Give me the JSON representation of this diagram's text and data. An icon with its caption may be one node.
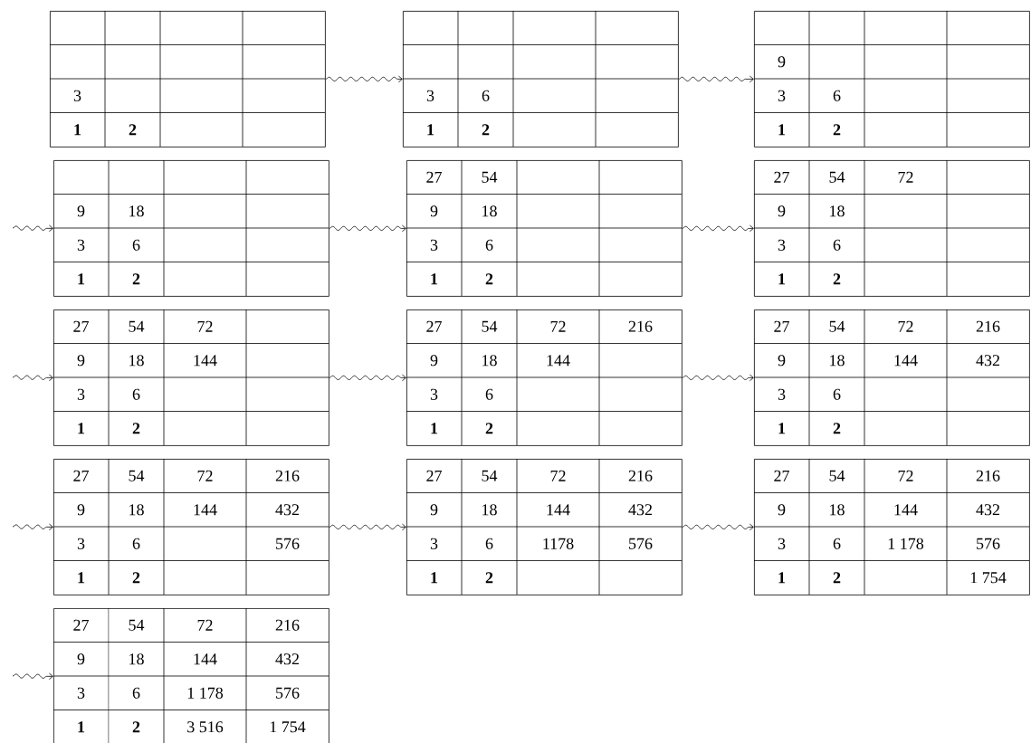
{
  "diagram": {
    "nodes": [
      {
        "text": [
          "3",
          "1",
          "2"
        ]
      },
      {
        "text": [
          "3",
          "6",
          "1",
          "2"
        ]
      },
      {
        "text": [
          "9",
          "3",
          "6",
          "1",
          "2"
        ]
      },
      {
        "text": [
          "9",
          "18",
          "3",
          "6",
          "1",
          "2"
        ]
      },
      {
        "text": [
          "27",
          "54",
          "9",
          "18",
          "3",
          "6",
          "1",
          "2"
        ]
      },
      {
        "text": [
          "27",
          "54",
          "72",
          "9",
          "18",
          "3",
          "6",
          "1",
          "2"
        ]
      },
      {
        "text": [
          "27",
          "54",
          "72",
          "9",
          "18",
          "144",
          "3",
          "6",
          "1",
          "2"
        ]
      },
      {
        "text": [
          "27",
          "54",
          "72",
          "216",
          "9",
          "18",
          "144",
          "3",
          "6",
          "1",
          "2"
        ]
      },
      {
        "text": [
          "27",
          "54",
          "72",
          "216",
          "9",
          "18",
          "144",
          "432",
          "3",
          "6",
          "1",
          "2"
        ]
      },
      {
        "text": [
          "27",
          "54",
          "72",
          "216",
          "9",
          "18",
          "144",
          "432",
          "3",
          "6",
          "576",
          "1",
          "2"
        ]
      },
      {
        "text": [
          "27",
          "54",
          "72",
          "216",
          "9",
          "18",
          "144",
          "432",
          "3",
          "6",
          "1178",
          "576",
          "1",
          "2"
        ]
      },
      {
        "text": [
          "27",
          "54",
          "72",
          "216",
          "9",
          "18",
          "144",
          "432",
          "3",
          "6",
          "1 178",
          "576",
          "1",
          "2",
          "1 754"
        ]
      },
      {
        "text": [
          "27",
          "54",
          "72",
          "216",
          "9",
          "18",
          "144",
          "432",
          "3",
          "6",
          "1 178",
          "576",
          "1",
          "2",
          "3 516",
          "1 754"
        ]
      }
    ],
    "edges": [
      {
        "from": 0,
        "to": 1,
        "arrow": "to"
      },
      {
        "from": 1,
        "to": 2,
        "arrow": "to"
      },
      {
        "from": null,
        "to": 3,
        "arrow": "to"
      },
      {
        "from": 3,
        "to": 4,
        "arrow": "to"
      },
      {
        "from": 4,
        "to": 5,
        "arrow": "to"
      },
      {
        "from": null,
        "to": 6,
        "arrow": "to"
      },
      {
        "from": 6,
        "to": 7,
        "arrow": "to"
      },
      {
        "from": 7,
        "to": 8,
        "arrow": "to"
      },
      {
        "from": null,
        "to": 9,
        "arrow": "to"
      },
      {
        "from": 9,
        "to": 10,
        "arrow": "to"
      },
      {
        "from": 10,
        "to": 11,
        "arrow": "to"
      },
      {
        "from": null,
        "to": 12,
        "arrow": "to"
      }
    ]
  }
}
